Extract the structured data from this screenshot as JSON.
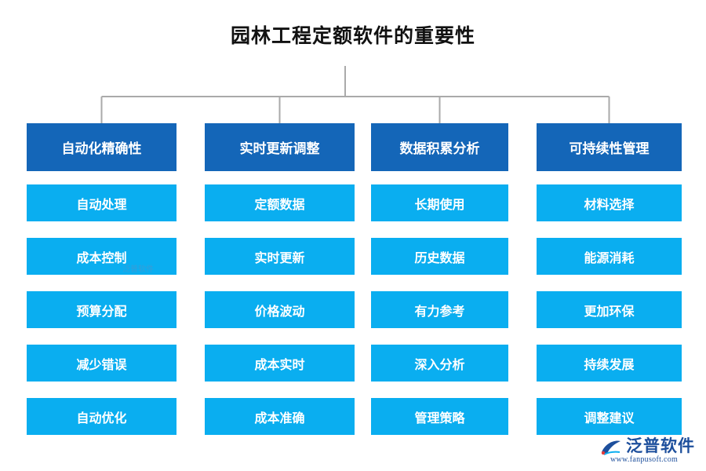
{
  "title": "园林工程定额软件的重要性",
  "colors": {
    "header_bg": "#1466b8",
    "item_bg": "#0aaef0",
    "connector": "#aaaaaa",
    "logo": "#1d4f9c"
  },
  "columns": [
    {
      "header": "自动化精确性",
      "items": [
        "自动处理",
        "成本控制",
        "预算分配",
        "减少错误",
        "自动优化"
      ]
    },
    {
      "header": "实时更新调整",
      "items": [
        "定额数据",
        "实时更新",
        "价格波动",
        "成本实时",
        "成本准确"
      ]
    },
    {
      "header": "数据积累分析",
      "items": [
        "长期使用",
        "历史数据",
        "有力参考",
        "深入分析",
        "管理策略"
      ]
    },
    {
      "header": "可持续性管理",
      "items": [
        "材料选择",
        "能源消耗",
        "更加环保",
        "持续发展",
        "调整建议"
      ]
    }
  ],
  "logo": {
    "name": "泛普软件",
    "url": "www.fanpusoft.com"
  },
  "watermark": "泛普软件"
}
